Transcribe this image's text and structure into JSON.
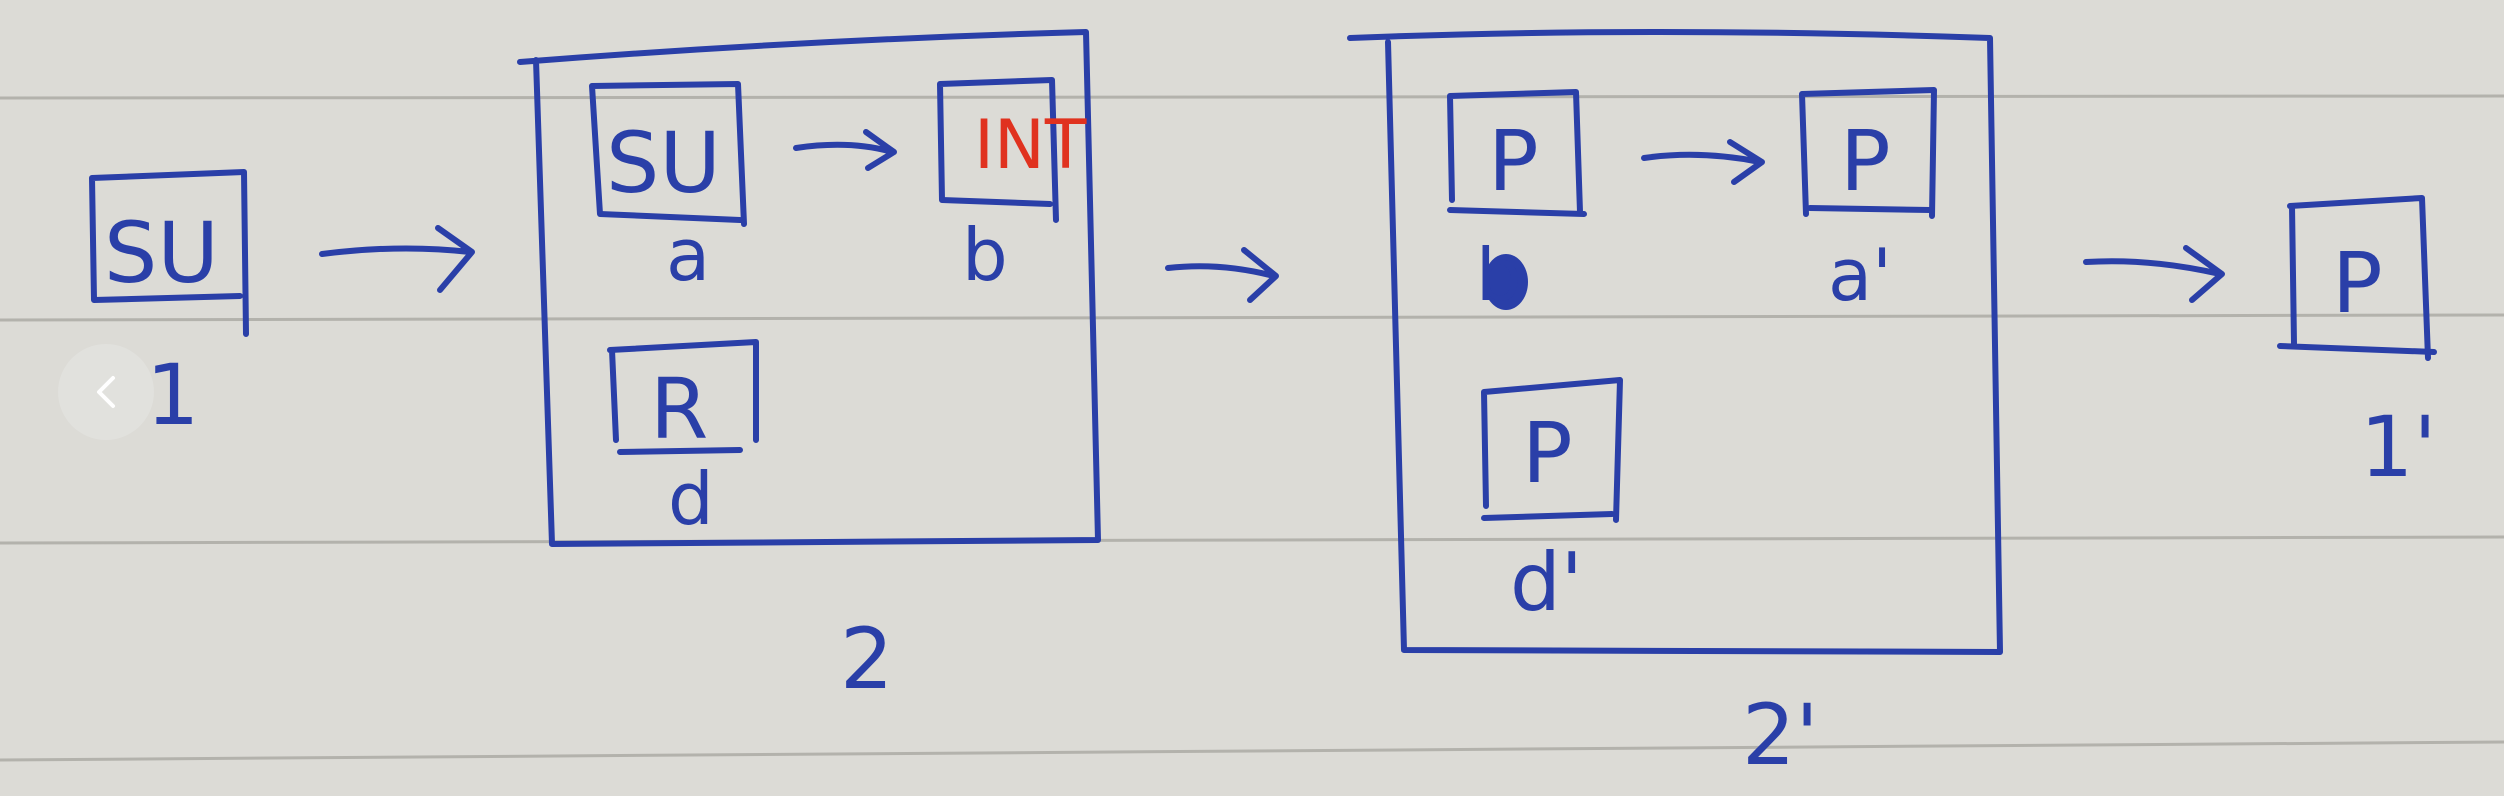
{
  "colors": {
    "paper": "#dcdbd6",
    "ink": "#2a3fa8",
    "annotation": "#e0321f",
    "rule": "#b3b2ac"
  },
  "labels": {
    "su_1": "SU",
    "su_1_num": "1",
    "su_a": "SU",
    "su_a_label": "a",
    "int_b": "INT",
    "b_label": "b",
    "r_d": "R",
    "d_label": "d",
    "group_2": "2",
    "p_b": "P",
    "p_b_label": "b",
    "p_a": "P",
    "a_prime_label": "a'",
    "p_d": "P",
    "d_prime_label": "d'",
    "group_2_prime": "2'",
    "p_1": "P",
    "one_prime_label": "1'"
  },
  "icons": {
    "nav_back": "chevron-left-icon"
  }
}
